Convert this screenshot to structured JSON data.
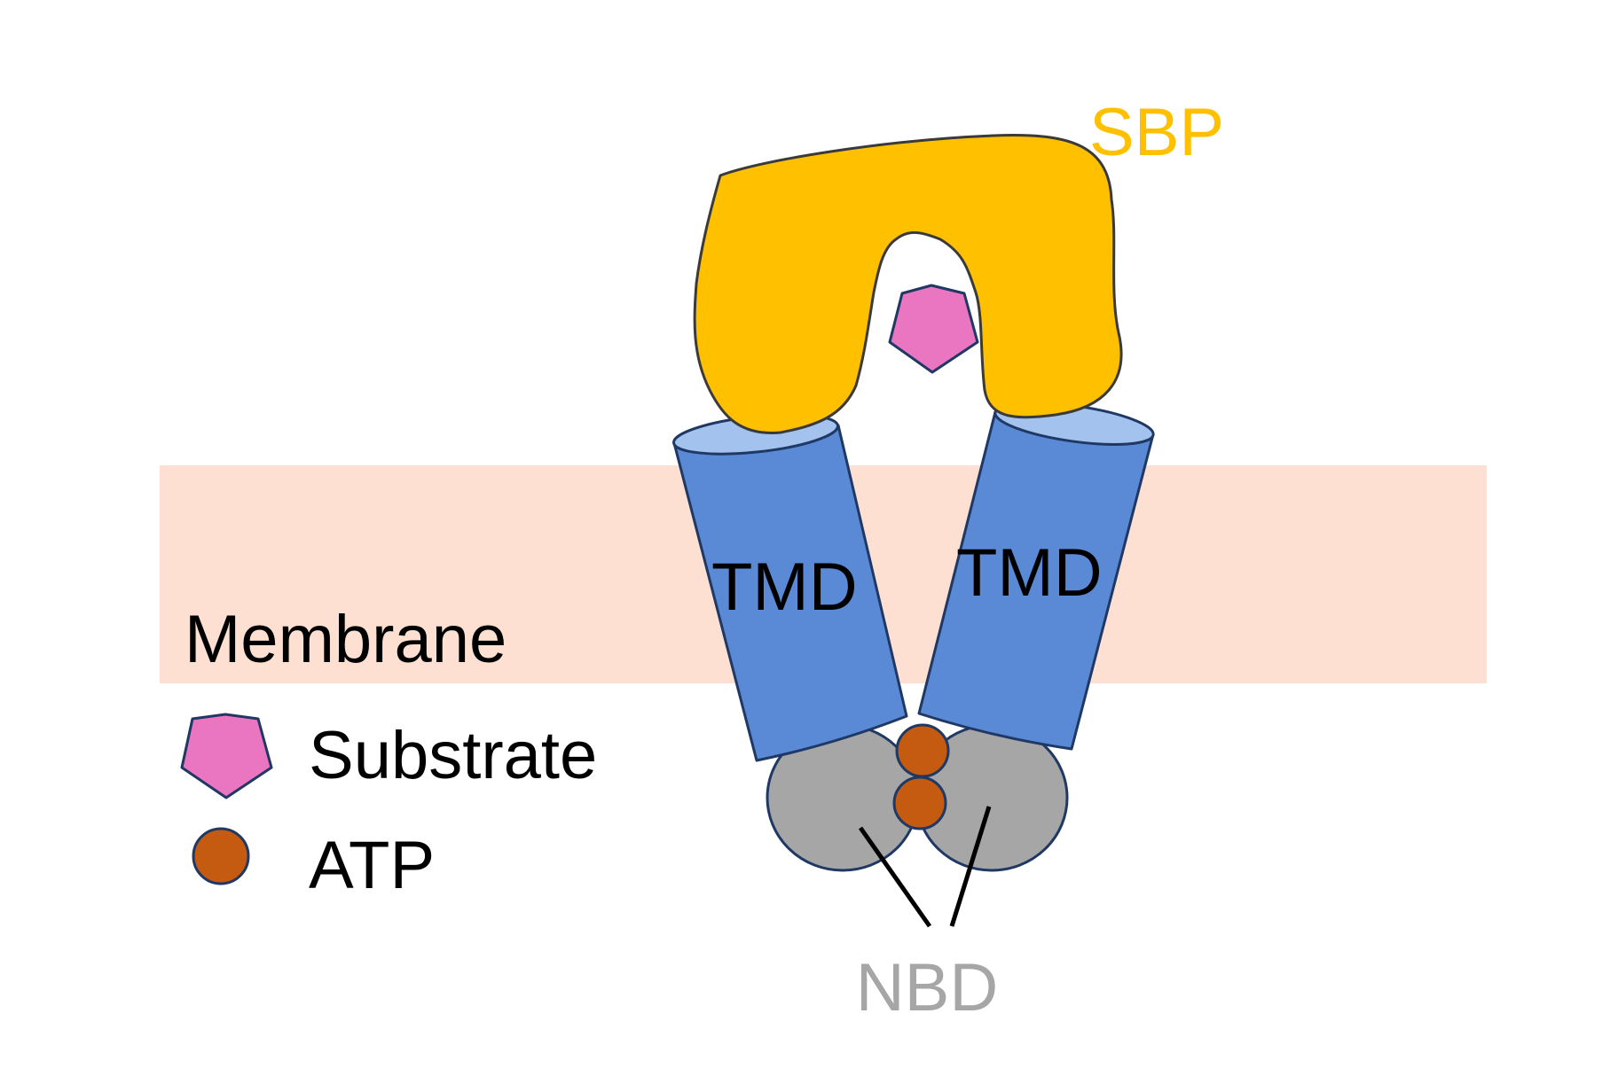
{
  "labels": {
    "sbp": "SBP",
    "tmd_left": "TMD",
    "tmd_right": "TMD",
    "membrane": "Membrane",
    "substrate": "Substrate",
    "atp": "ATP",
    "nbd": "NBD"
  },
  "colors": {
    "sbp_fill": "#ffc000",
    "sbp_label": "#ffc000",
    "membrane_fill": "#fde0d2",
    "tmd_fill": "#5a8ad6",
    "tmd_top": "#a4c2ee",
    "tmd_stroke": "#1f3864",
    "nbd_fill": "#a6a6a6",
    "nbd_label": "#a6a6a6",
    "substrate_fill": "#ea75c1",
    "atp_fill": "#c55a11",
    "text": "#000000"
  }
}
